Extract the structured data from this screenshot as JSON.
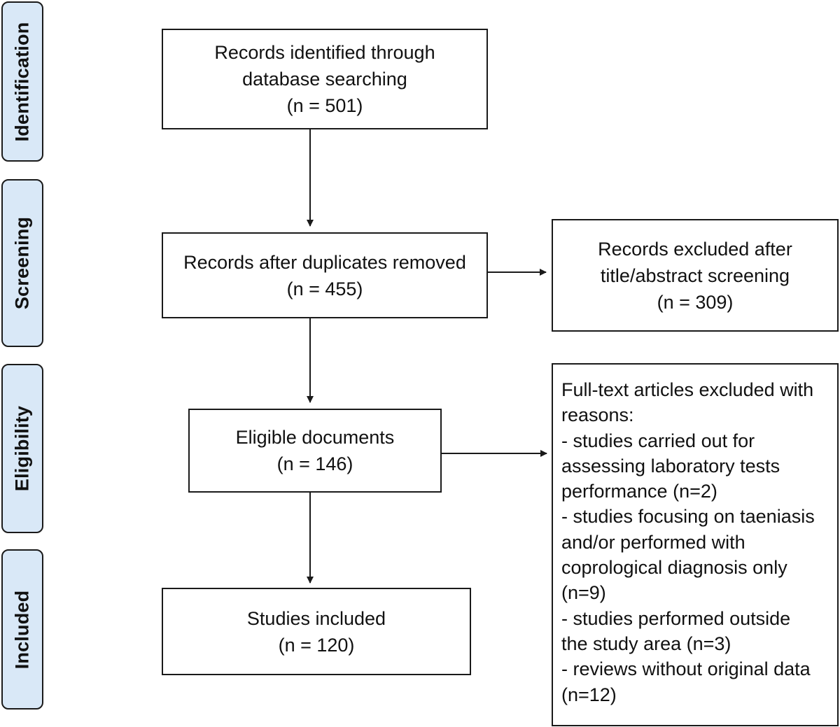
{
  "phases": {
    "identification": "Identification",
    "screening": "Screening",
    "eligibility": "Eligibility",
    "included": "Included"
  },
  "boxes": {
    "identified": {
      "lines": [
        "Records identified through",
        "database searching",
        "(n = 501)"
      ]
    },
    "after_duplicates": {
      "lines": [
        "Records after duplicates removed",
        "(n = 455)"
      ]
    },
    "excluded_screening": {
      "lines": [
        "Records excluded after",
        "title/abstract screening",
        "(n = 309)"
      ]
    },
    "eligible": {
      "lines": [
        "Eligible documents",
        "(n = 146)"
      ]
    },
    "included": {
      "lines": [
        "Studies included",
        "(n = 120)"
      ]
    },
    "fulltext_excluded": {
      "lines": [
        "Full-text articles excluded with",
        "reasons:",
        "- studies carried out for",
        "assessing laboratory tests",
        "performance (n=2)",
        "- studies focusing on taeniasis",
        "and/or performed with",
        "coprological diagnosis only",
        "(n=9)",
        "- studies performed outside",
        "the study area (n=3)",
        "- reviews without original data",
        "(n=12)"
      ]
    }
  },
  "colors": {
    "phase_fill": "#d9e8f7",
    "stroke": "#1a1a1a"
  }
}
